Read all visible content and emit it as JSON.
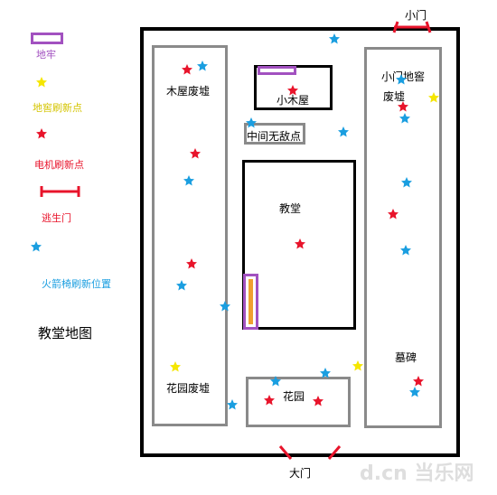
{
  "legend": {
    "dungeon": "地牢",
    "cellar_spawn": "地窖刷新点",
    "generator_spawn": "电机刷新点",
    "escape_gate": "逃生门",
    "rocket_chair": "火箭椅刷新位置"
  },
  "map_title": "教堂地图",
  "areas": {
    "cabin_ruins": "木屋废墟",
    "small_cabin": "小木屋",
    "middle_safe_zone": "中间无敌点",
    "chapel": "教堂",
    "small_gate_cellar": "小门地窖",
    "ruins": "废墟",
    "graveyard": "墓碑",
    "garden_ruins": "花园废墟",
    "garden": "花园",
    "small_gate": "小门",
    "main_gate": "大门"
  },
  "watermark": "d.cn 当乐网",
  "colors": {
    "dungeon": "#a251c0",
    "cellar": "#f5e600",
    "generator": "#e8142b",
    "rocket_chair": "#1a9ee0",
    "gray_wall": "#8a8a8a"
  }
}
